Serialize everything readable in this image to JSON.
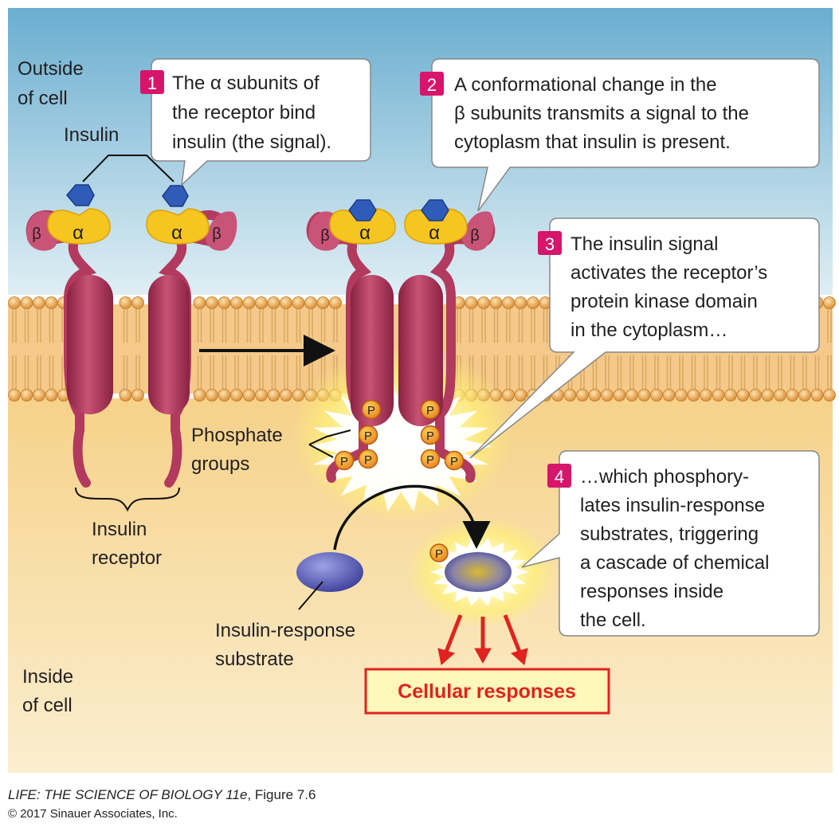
{
  "regions": {
    "outside_line1": "Outside",
    "outside_line2": "of cell",
    "inside_line1": "Inside",
    "inside_line2": "of cell"
  },
  "labels": {
    "insulin": "Insulin",
    "receptor_line1": "Insulin",
    "receptor_line2": "receptor",
    "phosphate_line1": "Phosphate",
    "phosphate_line2": "groups",
    "substrate_line1": "Insulin-response",
    "substrate_line2": "substrate",
    "alpha": "α",
    "beta": "β",
    "phosphate_symbol": "P",
    "cellular_responses": "Cellular responses"
  },
  "steps": [
    {
      "number": "1",
      "lines": [
        "The α subunits of",
        "the receptor bind",
        "insulin (the signal)."
      ]
    },
    {
      "number": "2",
      "lines": [
        "A conformational change in the",
        "β subunits transmits a signal to the",
        "cytoplasm that insulin is present."
      ]
    },
    {
      "number": "3",
      "lines": [
        "The insulin signal",
        "activates the receptor’s",
        "protein kinase domain",
        "in the cytoplasm…"
      ]
    },
    {
      "number": "4",
      "lines": [
        "…which phosphory-",
        "lates insulin-response",
        "substrates, triggering",
        "a cascade of chemical",
        "responses inside",
        "the cell."
      ]
    }
  ],
  "caption": {
    "title": "LIFE: THE SCIENCE OF BIOLOGY 11e",
    "figure": ", Figure 7.6",
    "copyright": "© 2017 Sinauer Associates, Inc."
  },
  "colors": {
    "step_badge": "#d6156b",
    "receptor": "#b23a5e",
    "alpha_subunit": "#f7c520",
    "insulin": "#2e5cb8",
    "membrane_head": "#e8a04a",
    "response_box_border": "#e0231f",
    "response_box_fill": "#fff8b8",
    "arrow_red": "#e0231f"
  }
}
